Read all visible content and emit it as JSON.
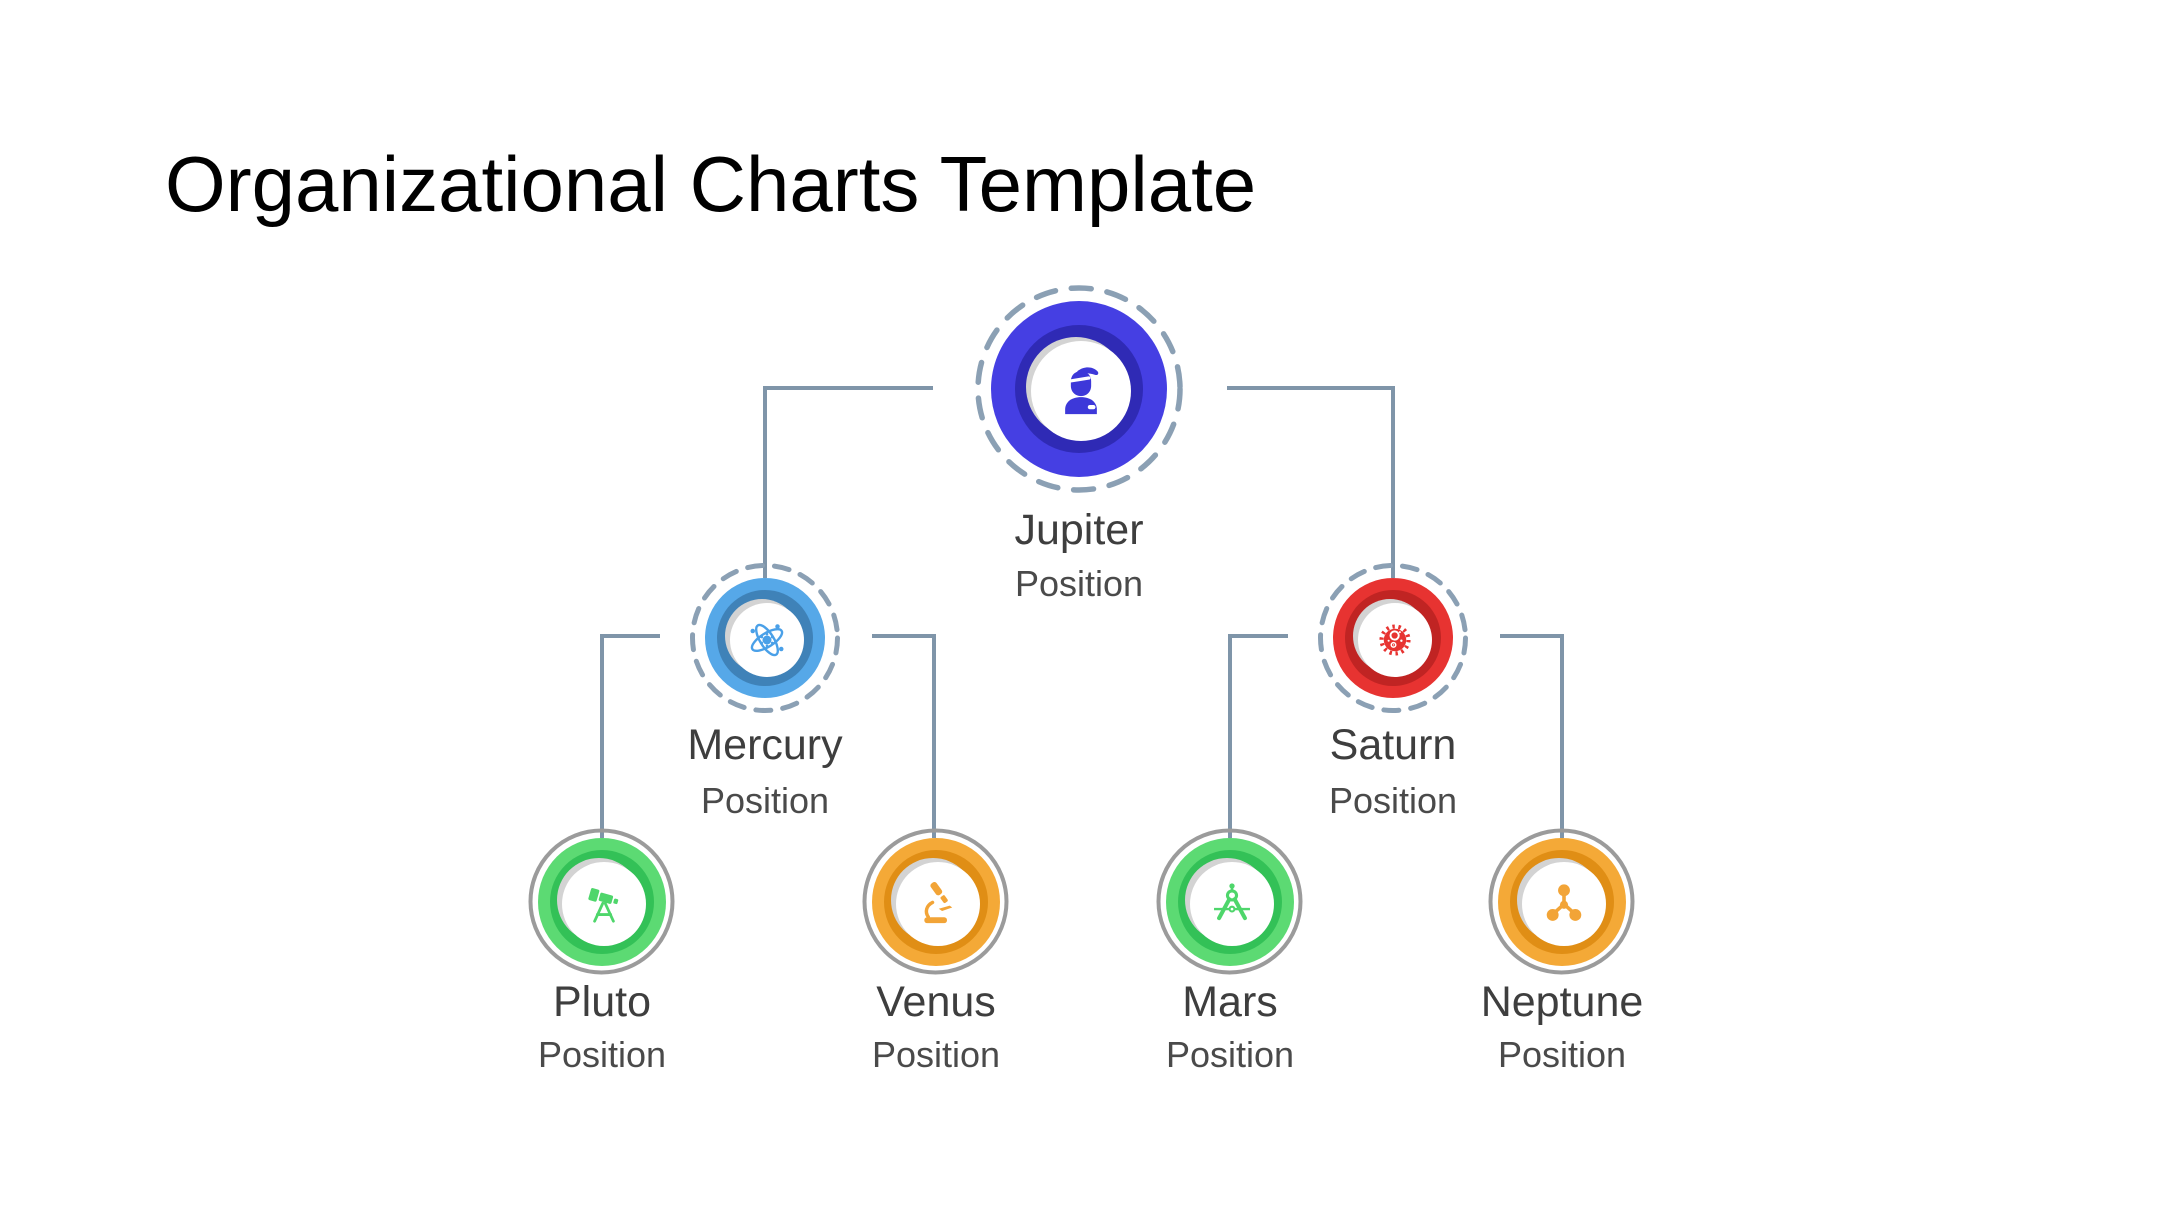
{
  "page": {
    "title": "Organizational Charts Template",
    "title_color": "#000000",
    "background": "#ffffff"
  },
  "connectors": {
    "color": "#7f95a9"
  },
  "decor": {
    "shadow_crescent_color": "#d3d3d3"
  },
  "nodes": [
    {
      "name": "Jupiter",
      "position": "Position",
      "icon": "manager-icon",
      "level": 1,
      "outline_style": "dashed",
      "outline_color": "#8ba0b4",
      "ring_color": "#453fe3",
      "ring_dark": "#2f2ab5",
      "icon_color": "#3d38d9"
    },
    {
      "name": "Mercury",
      "position": "Position",
      "icon": "atom-icon",
      "level": 2,
      "outline_style": "dashed",
      "outline_color": "#8ba0b4",
      "ring_color": "#56a8e8",
      "ring_dark": "#3f82b8",
      "icon_color": "#4aa0e8"
    },
    {
      "name": "Saturn",
      "position": "Position",
      "icon": "virus-icon",
      "level": 2,
      "outline_style": "dashed",
      "outline_color": "#8ba0b4",
      "ring_color": "#e73331",
      "ring_dark": "#c02423",
      "icon_color": "#e73331"
    },
    {
      "name": "Pluto",
      "position": "Position",
      "icon": "telescope-icon",
      "level": 3,
      "outline_style": "solid",
      "outline_color": "#9b9b9b",
      "ring_color": "#5cda73",
      "ring_dark": "#33c157",
      "icon_color": "#4ed66b"
    },
    {
      "name": "Venus",
      "position": "Position",
      "icon": "microscope-icon",
      "level": 3,
      "outline_style": "solid",
      "outline_color": "#9b9b9b",
      "ring_color": "#f4a937",
      "ring_dark": "#e08e15",
      "icon_color": "#f2a437"
    },
    {
      "name": "Mars",
      "position": "Position",
      "icon": "compass-icon",
      "level": 3,
      "outline_style": "solid",
      "outline_color": "#9b9b9b",
      "ring_color": "#5cda73",
      "ring_dark": "#33c157",
      "icon_color": "#4ed66b"
    },
    {
      "name": "Neptune",
      "position": "Position",
      "icon": "molecule-icon",
      "level": 3,
      "outline_style": "solid",
      "outline_color": "#9b9b9b",
      "ring_color": "#f4a937",
      "ring_dark": "#e08e15",
      "icon_color": "#f2a437"
    }
  ]
}
